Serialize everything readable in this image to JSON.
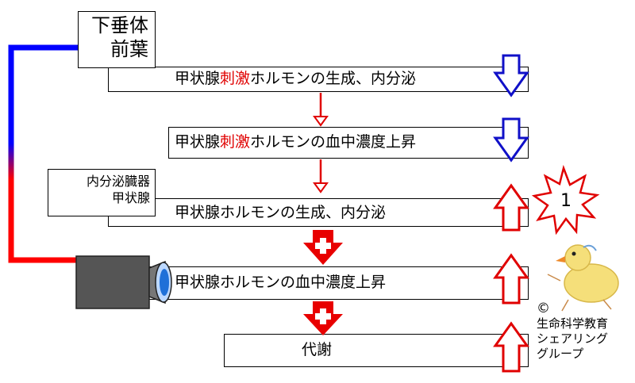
{
  "nodes": {
    "pituitary": {
      "line1": "下垂体",
      "line2": "前葉"
    },
    "thyroid_organ": {
      "line1": "内分泌臓器",
      "line2": "甲状腺"
    }
  },
  "steps": [
    {
      "pre": "甲状腺",
      "highlight": "刺激",
      "post": "ホルモンの生成、内分泌",
      "direction": "down",
      "color": "#1010c8"
    },
    {
      "pre": "甲状腺",
      "highlight": "刺激",
      "post": "ホルモンの血中濃度上昇",
      "direction": "down",
      "color": "#1010c8"
    },
    {
      "pre": "甲状腺ホルモンの生成、内分泌",
      "highlight": "",
      "post": "",
      "direction": "up",
      "color": "#e00000"
    },
    {
      "pre": "甲状腺ホルモンの血中濃度上昇",
      "highlight": "",
      "post": "",
      "direction": "up",
      "color": "#e00000"
    },
    {
      "pre": "代謝",
      "highlight": "",
      "post": "",
      "direction": "up",
      "color": "#e00000"
    }
  ],
  "badge": {
    "label": "1"
  },
  "credit": {
    "line1": "©",
    "line2": "生命科学教育",
    "line3": "シェアリング",
    "line4": "グループ"
  },
  "colors": {
    "inhibit": "#1010c8",
    "stimulate": "#e00000",
    "highlight": "#e00000"
  },
  "icons": [
    "bracket-line",
    "camera-icon",
    "small-red-arrow-icon",
    "red-plus-arrow-icon",
    "hollow-arrow-icon",
    "starburst-icon",
    "chick-icon"
  ]
}
